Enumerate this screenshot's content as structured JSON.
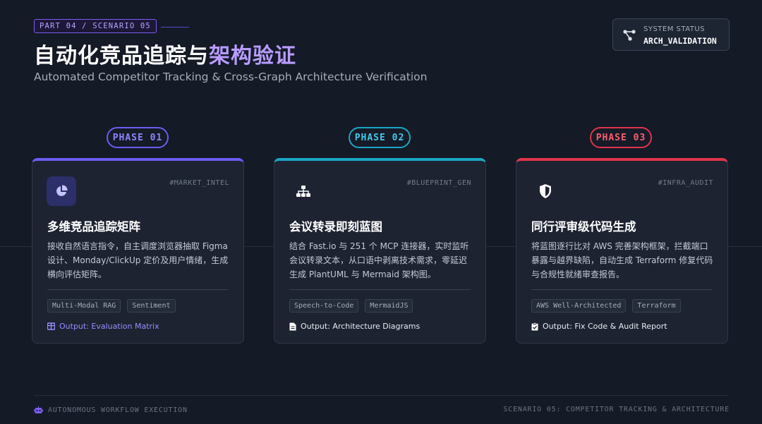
{
  "header": {
    "part_tag": "PART 04 / SCENARIO 05",
    "title_main": "自动化竞品追踪与",
    "title_highlight": "架构验证",
    "subtitle": "Automated Competitor Tracking & Cross-Graph Architecture Verification"
  },
  "status": {
    "label": "SYSTEM STATUS",
    "value": "ARCH_VALIDATION",
    "icon": "network-icon"
  },
  "phases": [
    {
      "pill": "PHASE 01",
      "color": "#6b5cf0",
      "code": "#MARKET_INTEL",
      "icon": "pie-chart-icon",
      "title": "多维竞品追踪矩阵",
      "description": "接收自然语言指令，自主调度浏览器抽取 Figma 设计、Monday/ClickUp 定价及用户情绪，生成横向评估矩阵。",
      "tags": [
        "Multi-Modal RAG",
        "Sentiment"
      ],
      "output": "Output: Evaluation Matrix",
      "output_color": "#9a8cff"
    },
    {
      "pill": "PHASE 02",
      "color": "#1aa6c4",
      "code": "#BLUEPRINT_GEN",
      "icon": "hierarchy-icon",
      "title": "会议转录即刻蓝图",
      "description": "结合 Fast.io 与 251 个 MCP 连接器，实时监听会议转录文本，从口语中剥离技术需求，零延迟生成 PlantUML 与 Mermaid 架构图。",
      "tags": [
        "Speech-to-Code",
        "MermaidJS"
      ],
      "output": "Output: Architecture Diagrams",
      "output_color": "#e8ecf4"
    },
    {
      "pill": "PHASE 03",
      "color": "#e0344a",
      "code": "#INFRA_AUDIT",
      "icon": "shield-icon",
      "title": "同行评审级代码生成",
      "description": "将蓝图逐行比对 AWS 完善架构框架，拦截端口暴露与越界缺陷，自动生成 Terraform 修复代码与合规性就绪审查报告。",
      "tags": [
        "AWS Well-Architected",
        "Terraform"
      ],
      "output": "Output: Fix Code & Audit Report",
      "output_color": "#e8ecf4"
    }
  ],
  "footer": {
    "left": "AUTONOMOUS WORKFLOW EXECUTION",
    "right": "SCENARIO 05: COMPETITOR TRACKING & ARCHITECTURE"
  }
}
